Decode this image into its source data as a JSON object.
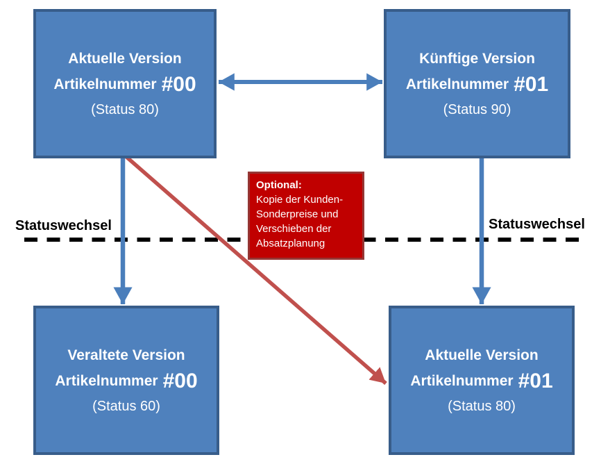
{
  "colors": {
    "box_fill": "#4f81bd",
    "box_border": "#385d8a",
    "blue_arrow": "#4a7ebb",
    "note_fill": "#c00000",
    "note_border": "#953735",
    "red_arrow": "#c0504d",
    "dashed_line": "#000000",
    "box_text": "#ffffff"
  },
  "boxes": {
    "top_left": {
      "title": "Aktuelle Version",
      "article_label": "Artikelnummer",
      "article_number": "#00",
      "status": "(Status 80)"
    },
    "top_right": {
      "title": "Künftige Version",
      "article_label": "Artikelnummer",
      "article_number": "#01",
      "status": "(Status 90)"
    },
    "bottom_left": {
      "title": "Veraltete Version",
      "article_label": "Artikelnummer",
      "article_number": "#00",
      "status": "(Status 60)"
    },
    "bottom_right": {
      "title": "Aktuelle Version",
      "article_label": "Artikelnummer",
      "article_number": "#01",
      "status": "(Status 80)"
    }
  },
  "note": {
    "title": "Optional:",
    "lines": [
      "Kopie der Kunden-",
      "Sonderpreise und",
      "Verschieben der",
      "Absatzplanung"
    ]
  },
  "labels": {
    "statuswechsel_left": "Statuswechsel",
    "statuswechsel_right": "Statuswechsel"
  }
}
